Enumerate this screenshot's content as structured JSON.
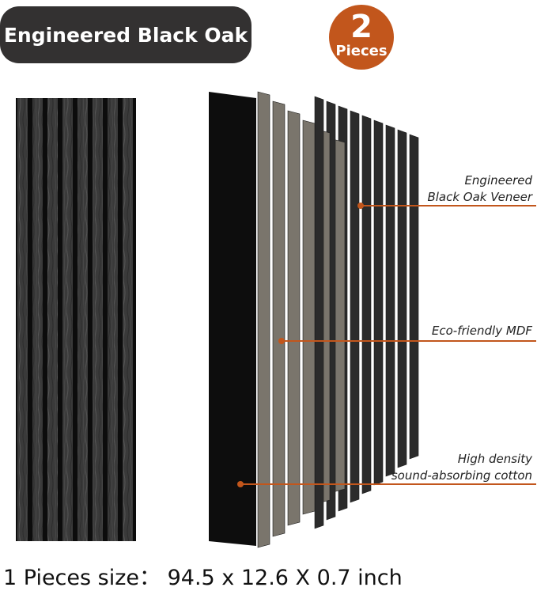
{
  "title": "Engineered Black Oak",
  "badge": {
    "number": "2",
    "word": "Pieces"
  },
  "labels": {
    "veneer_line1": "Engineered",
    "veneer_line2": "Black Oak Veneer",
    "mdf": "Eco-friendly MDF",
    "cotton_line1": "High density",
    "cotton_line2": "sound-absorbing cotton"
  },
  "footer": "1 Pieces size： 94.5 x 12.6 X 0.7 inch",
  "colors": {
    "accent": "#c2561c",
    "pill": "#333131",
    "slat_dark": "#2b2b2b",
    "mdf": "#7a756c",
    "backing": "#0d0d0d"
  }
}
